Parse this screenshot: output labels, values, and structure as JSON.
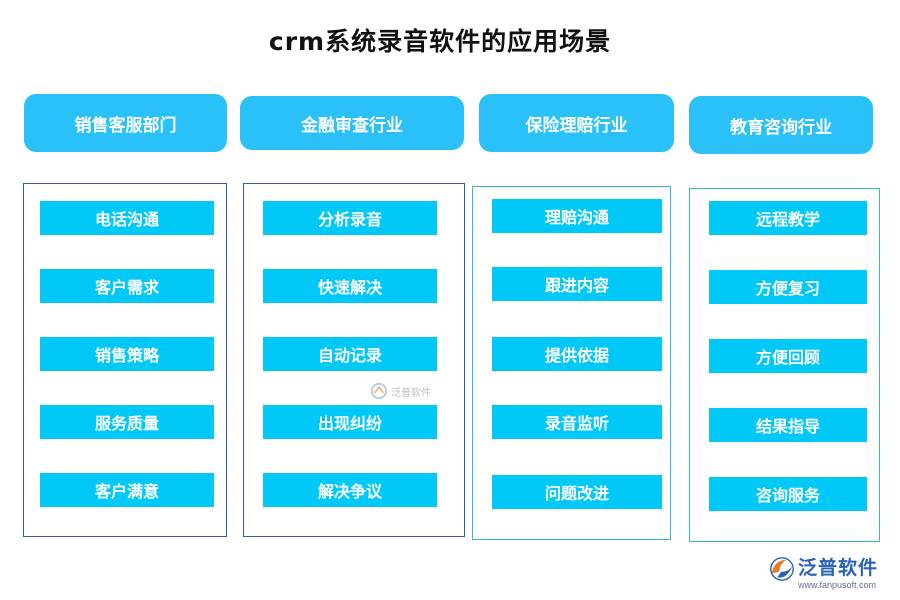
{
  "title": "crm系统录音软件的应用场景",
  "columns": [
    {
      "header": "销售客服部门",
      "items": [
        "电话沟通",
        "客户需求",
        "销售策略",
        "服务质量",
        "客户满意"
      ]
    },
    {
      "header": "金融审查行业",
      "items": [
        "分析录音",
        "快速解决",
        "自动记录",
        "出现纠纷",
        "解决争议"
      ]
    },
    {
      "header": "保险理赔行业",
      "items": [
        "理赔沟通",
        "跟进内容",
        "提供依据",
        "录音监听",
        "问题改进"
      ]
    },
    {
      "header": "教育咨询行业",
      "items": [
        "远程教学",
        "方便复习",
        "方便回顾",
        "结果指导",
        "咨询服务"
      ]
    }
  ],
  "watermark": {
    "text": "泛普软件"
  },
  "brand": {
    "name": "泛普软件",
    "url": "www.fanpusoft.com"
  },
  "colors": {
    "header_bg": "#29c1f8",
    "item_bg": "#00c8f7",
    "panel_border_dark": "#2c5db8",
    "panel_border_light": "#36b6d8",
    "brand": "#2a63b5"
  }
}
